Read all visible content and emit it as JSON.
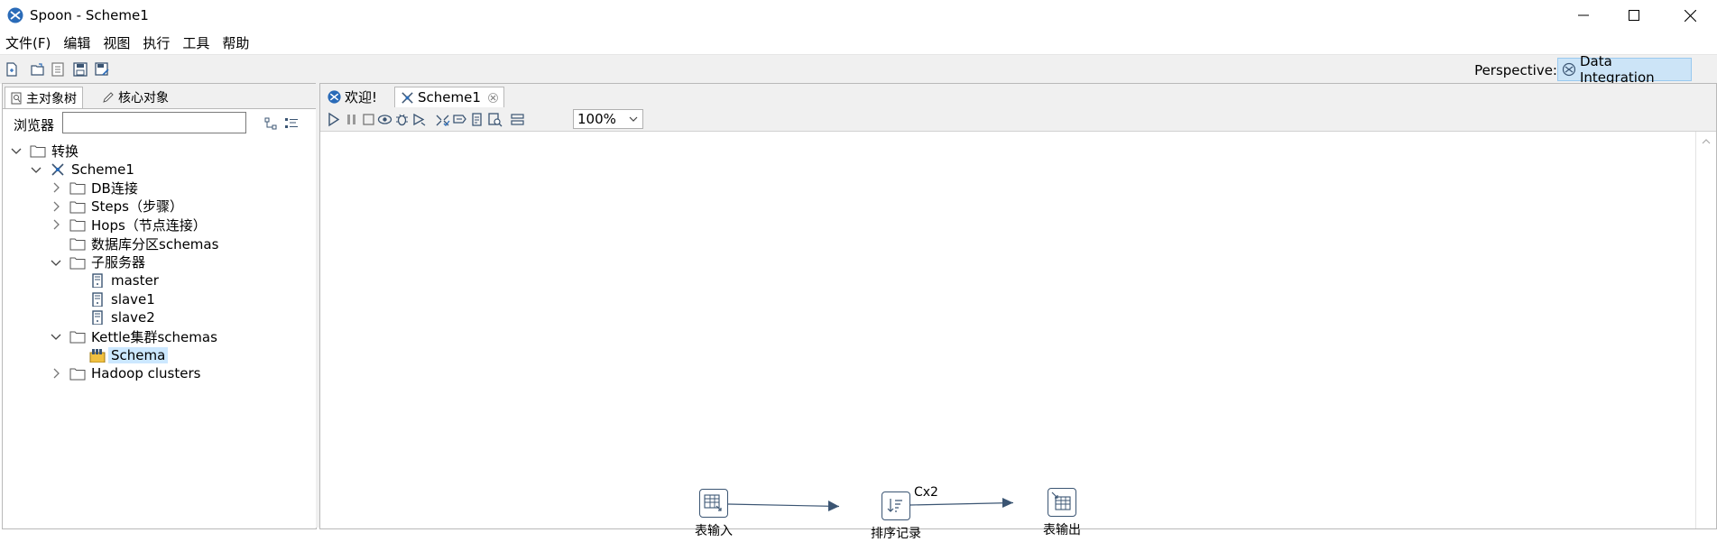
{
  "window": {
    "title": "Spoon - Scheme1",
    "icons": {
      "app": "spoon-logo-icon",
      "minimize": "minimize-icon",
      "maximize": "maximize-icon",
      "close": "close-icon"
    }
  },
  "menu": {
    "items": [
      "文件(F)",
      "编辑",
      "视图",
      "执行",
      "工具",
      "帮助"
    ]
  },
  "toolbar": {
    "icons": [
      "new-file-icon",
      "open-file-icon",
      "explore-icon",
      "save-icon",
      "save-as-icon"
    ],
    "perspective_label": "Perspective:",
    "perspective_value": "Data Integration"
  },
  "left_panel": {
    "tabs": [
      "主对象树",
      "核心对象"
    ],
    "browser_label": "浏览器",
    "browser_value": "",
    "tree": [
      {
        "label": "转换",
        "level": 0,
        "expanded": true,
        "icon": "folder-icon"
      },
      {
        "label": "Scheme1",
        "level": 1,
        "expanded": true,
        "icon": "transformation-icon"
      },
      {
        "label": "DB连接",
        "level": 2,
        "expanded": false,
        "icon": "folder-icon"
      },
      {
        "label": "Steps（步骤）",
        "level": 2,
        "expanded": false,
        "icon": "folder-icon"
      },
      {
        "label": "Hops（节点连接）",
        "level": 2,
        "expanded": false,
        "icon": "folder-icon"
      },
      {
        "label": "数据库分区schemas",
        "level": 2,
        "expanded": null,
        "icon": "folder-icon"
      },
      {
        "label": "子服务器",
        "level": 2,
        "expanded": true,
        "icon": "folder-icon"
      },
      {
        "label": "master",
        "level": 3,
        "expanded": null,
        "icon": "server-icon"
      },
      {
        "label": "slave1",
        "level": 3,
        "expanded": null,
        "icon": "server-icon"
      },
      {
        "label": "slave2",
        "level": 3,
        "expanded": null,
        "icon": "server-icon"
      },
      {
        "label": "Kettle集群schemas",
        "level": 2,
        "expanded": true,
        "icon": "folder-icon"
      },
      {
        "label": "Schema",
        "level": 3,
        "expanded": null,
        "icon": "cluster-schema-icon",
        "selected": true
      },
      {
        "label": "Hadoop clusters",
        "level": 2,
        "expanded": false,
        "icon": "folder-icon"
      }
    ]
  },
  "right_panel": {
    "tabs": [
      {
        "label": "欢迎!",
        "icon": "spoon-logo-icon"
      },
      {
        "label": "Scheme1",
        "icon": "transformation-icon",
        "closable": true
      }
    ],
    "canvas_toolbar_icons": [
      "run-icon",
      "pause-icon",
      "stop-icon",
      "preview-icon",
      "debug-icon",
      "replay-icon",
      "verify-icon",
      "analyze-icon",
      "sql-icon",
      "explore-db-icon",
      "show-results-icon"
    ],
    "zoom": "100%"
  },
  "canvas": {
    "steps": [
      {
        "name": "表输入",
        "icon": "table-input-icon"
      },
      {
        "name": "排序记录",
        "icon": "sort-rows-icon",
        "copies": "Cx2"
      },
      {
        "name": "表输出",
        "icon": "table-output-icon"
      }
    ],
    "hops": [
      {
        "from": "表输入",
        "to": "排序记录"
      },
      {
        "from": "排序记录",
        "to": "表输出"
      }
    ]
  }
}
